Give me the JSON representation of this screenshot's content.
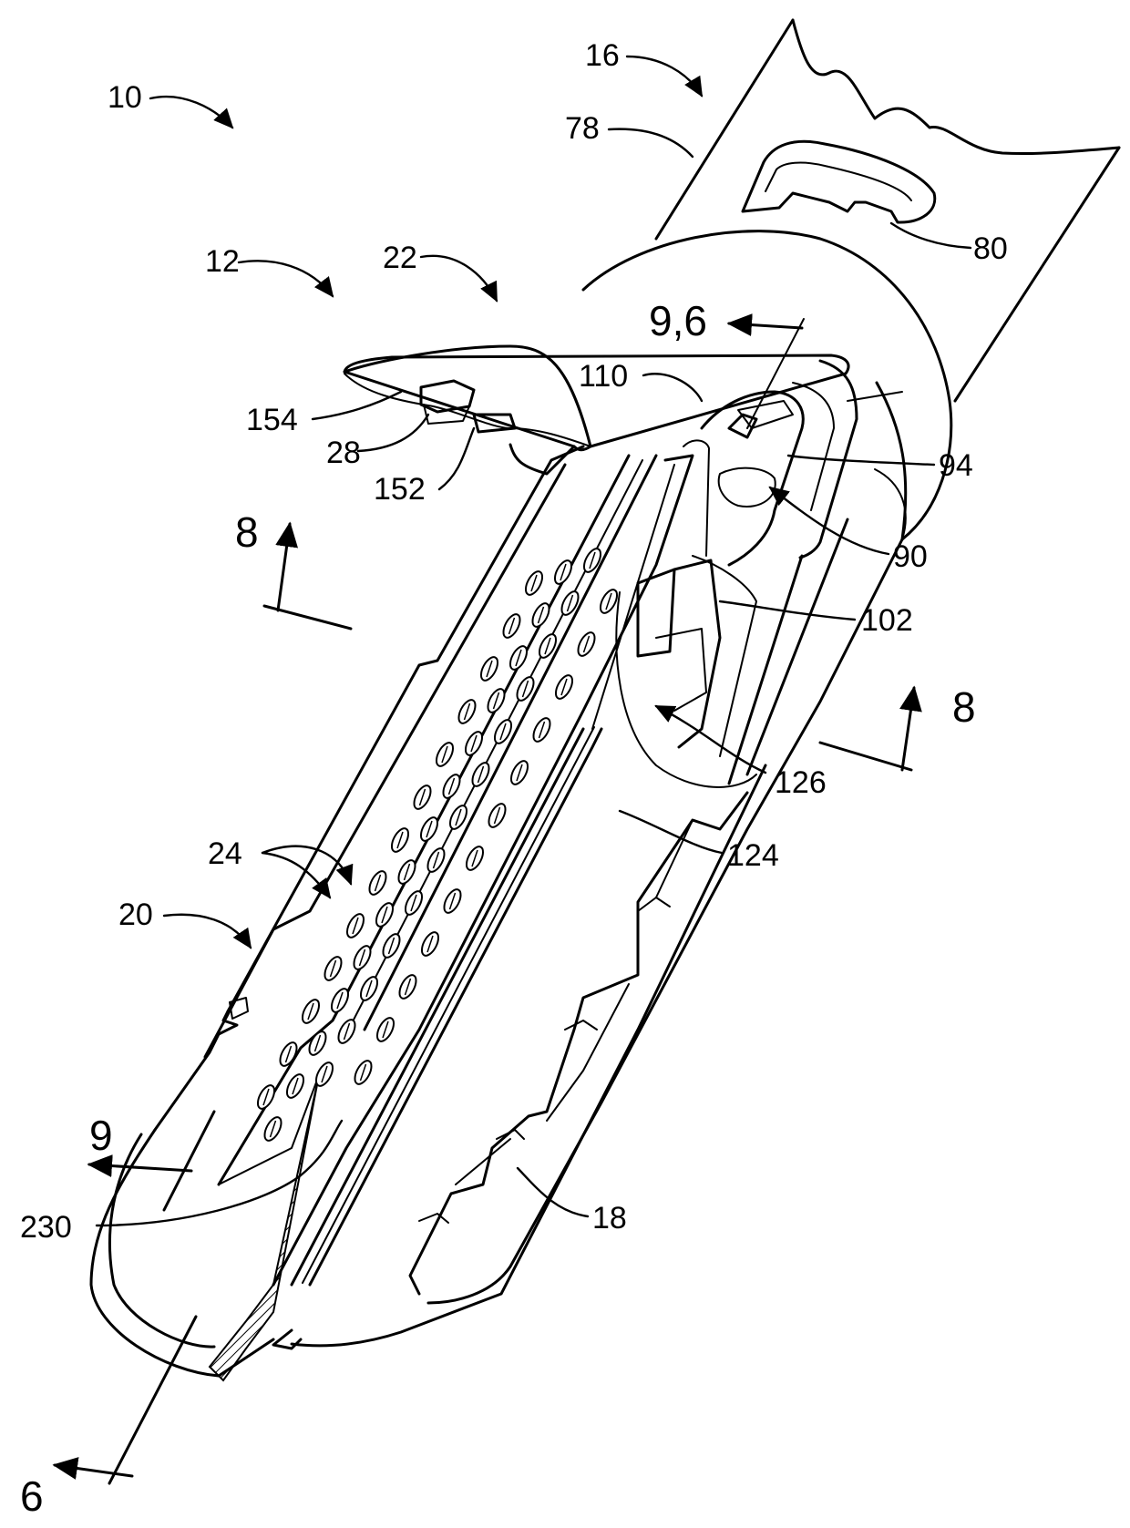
{
  "labels": {
    "l10": "10",
    "l16": "16",
    "l78": "78",
    "l80": "80",
    "l12": "12",
    "l22": "22",
    "l96": "9,6",
    "l110": "110",
    "l154": "154",
    "l28": "28",
    "l152": "152",
    "l94": "94",
    "l90": "90",
    "l8a": "8",
    "l102": "102",
    "l8b": "8",
    "l126": "126",
    "l124": "124",
    "l24": "24",
    "l20": "20",
    "l9": "9",
    "l230": "230",
    "l18": "18",
    "l6": "6"
  }
}
